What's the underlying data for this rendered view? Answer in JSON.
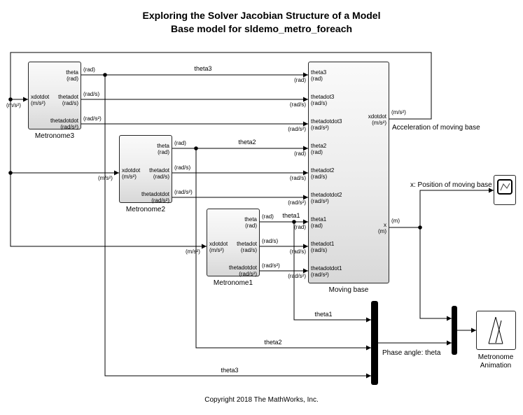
{
  "title": {
    "line1": "Exploring the Solver Jacobian Structure of a Model",
    "line2": "Base model for sldemo_metro_foreach"
  },
  "copyright": "Copyright 2018 The MathWorks, Inc.",
  "blocks": {
    "metronome3": "Metronome3",
    "metronome2": "Metronome2",
    "metronome1": "Metronome1",
    "moving_base": "Moving base",
    "animation_line1": "Metronome",
    "animation_line2": "Animation"
  },
  "mport": {
    "out1": "theta",
    "out1u": "(rad)",
    "in1": "xdotdot",
    "in1u": "(m/s²)",
    "out2": "thetadot",
    "out2u": "(rad/s)",
    "out3": "thetadotdot",
    "out3u": "(rad/s²)"
  },
  "moving_base": {
    "inputs": [
      {
        "label": "theta3",
        "unit": "(rad)"
      },
      {
        "label": "thetadot3",
        "unit": "(rad/s)"
      },
      {
        "label": "thetadotdot3",
        "unit": "(rad/s²)"
      },
      {
        "label": "theta2",
        "unit": "(rad)"
      },
      {
        "label": "thetadot2",
        "unit": "(rad/s)"
      },
      {
        "label": "thetadotdot2",
        "unit": "(rad/s²)"
      },
      {
        "label": "theta1",
        "unit": "(rad)"
      },
      {
        "label": "thetadot1",
        "unit": "(rad/s)"
      },
      {
        "label": "thetadotdot1",
        "unit": "(rad/s²)"
      }
    ],
    "outputs": [
      {
        "label": "xdotdot",
        "unit": "(m/s²)"
      },
      {
        "label": "x",
        "unit": "(m)"
      }
    ]
  },
  "units": {
    "rad": "(rad)",
    "rad_s": "(rad/s)",
    "rad_s2": "(rad/s²)",
    "m_s2": "(m/s²)",
    "m": "(m)"
  },
  "signals": {
    "theta1": "theta1",
    "theta2": "theta2",
    "theta3": "theta3"
  },
  "annotations": {
    "acceleration": "Acceleration of moving base",
    "position": "x: Position of moving base",
    "phase": "Phase angle: theta"
  },
  "colors": {
    "line": "#000000",
    "block_border": "#262626",
    "block_fill_top": "#fafafa",
    "block_fill_bottom": "#d8d8d8",
    "mux_fill": "#000000",
    "background": "#ffffff"
  }
}
